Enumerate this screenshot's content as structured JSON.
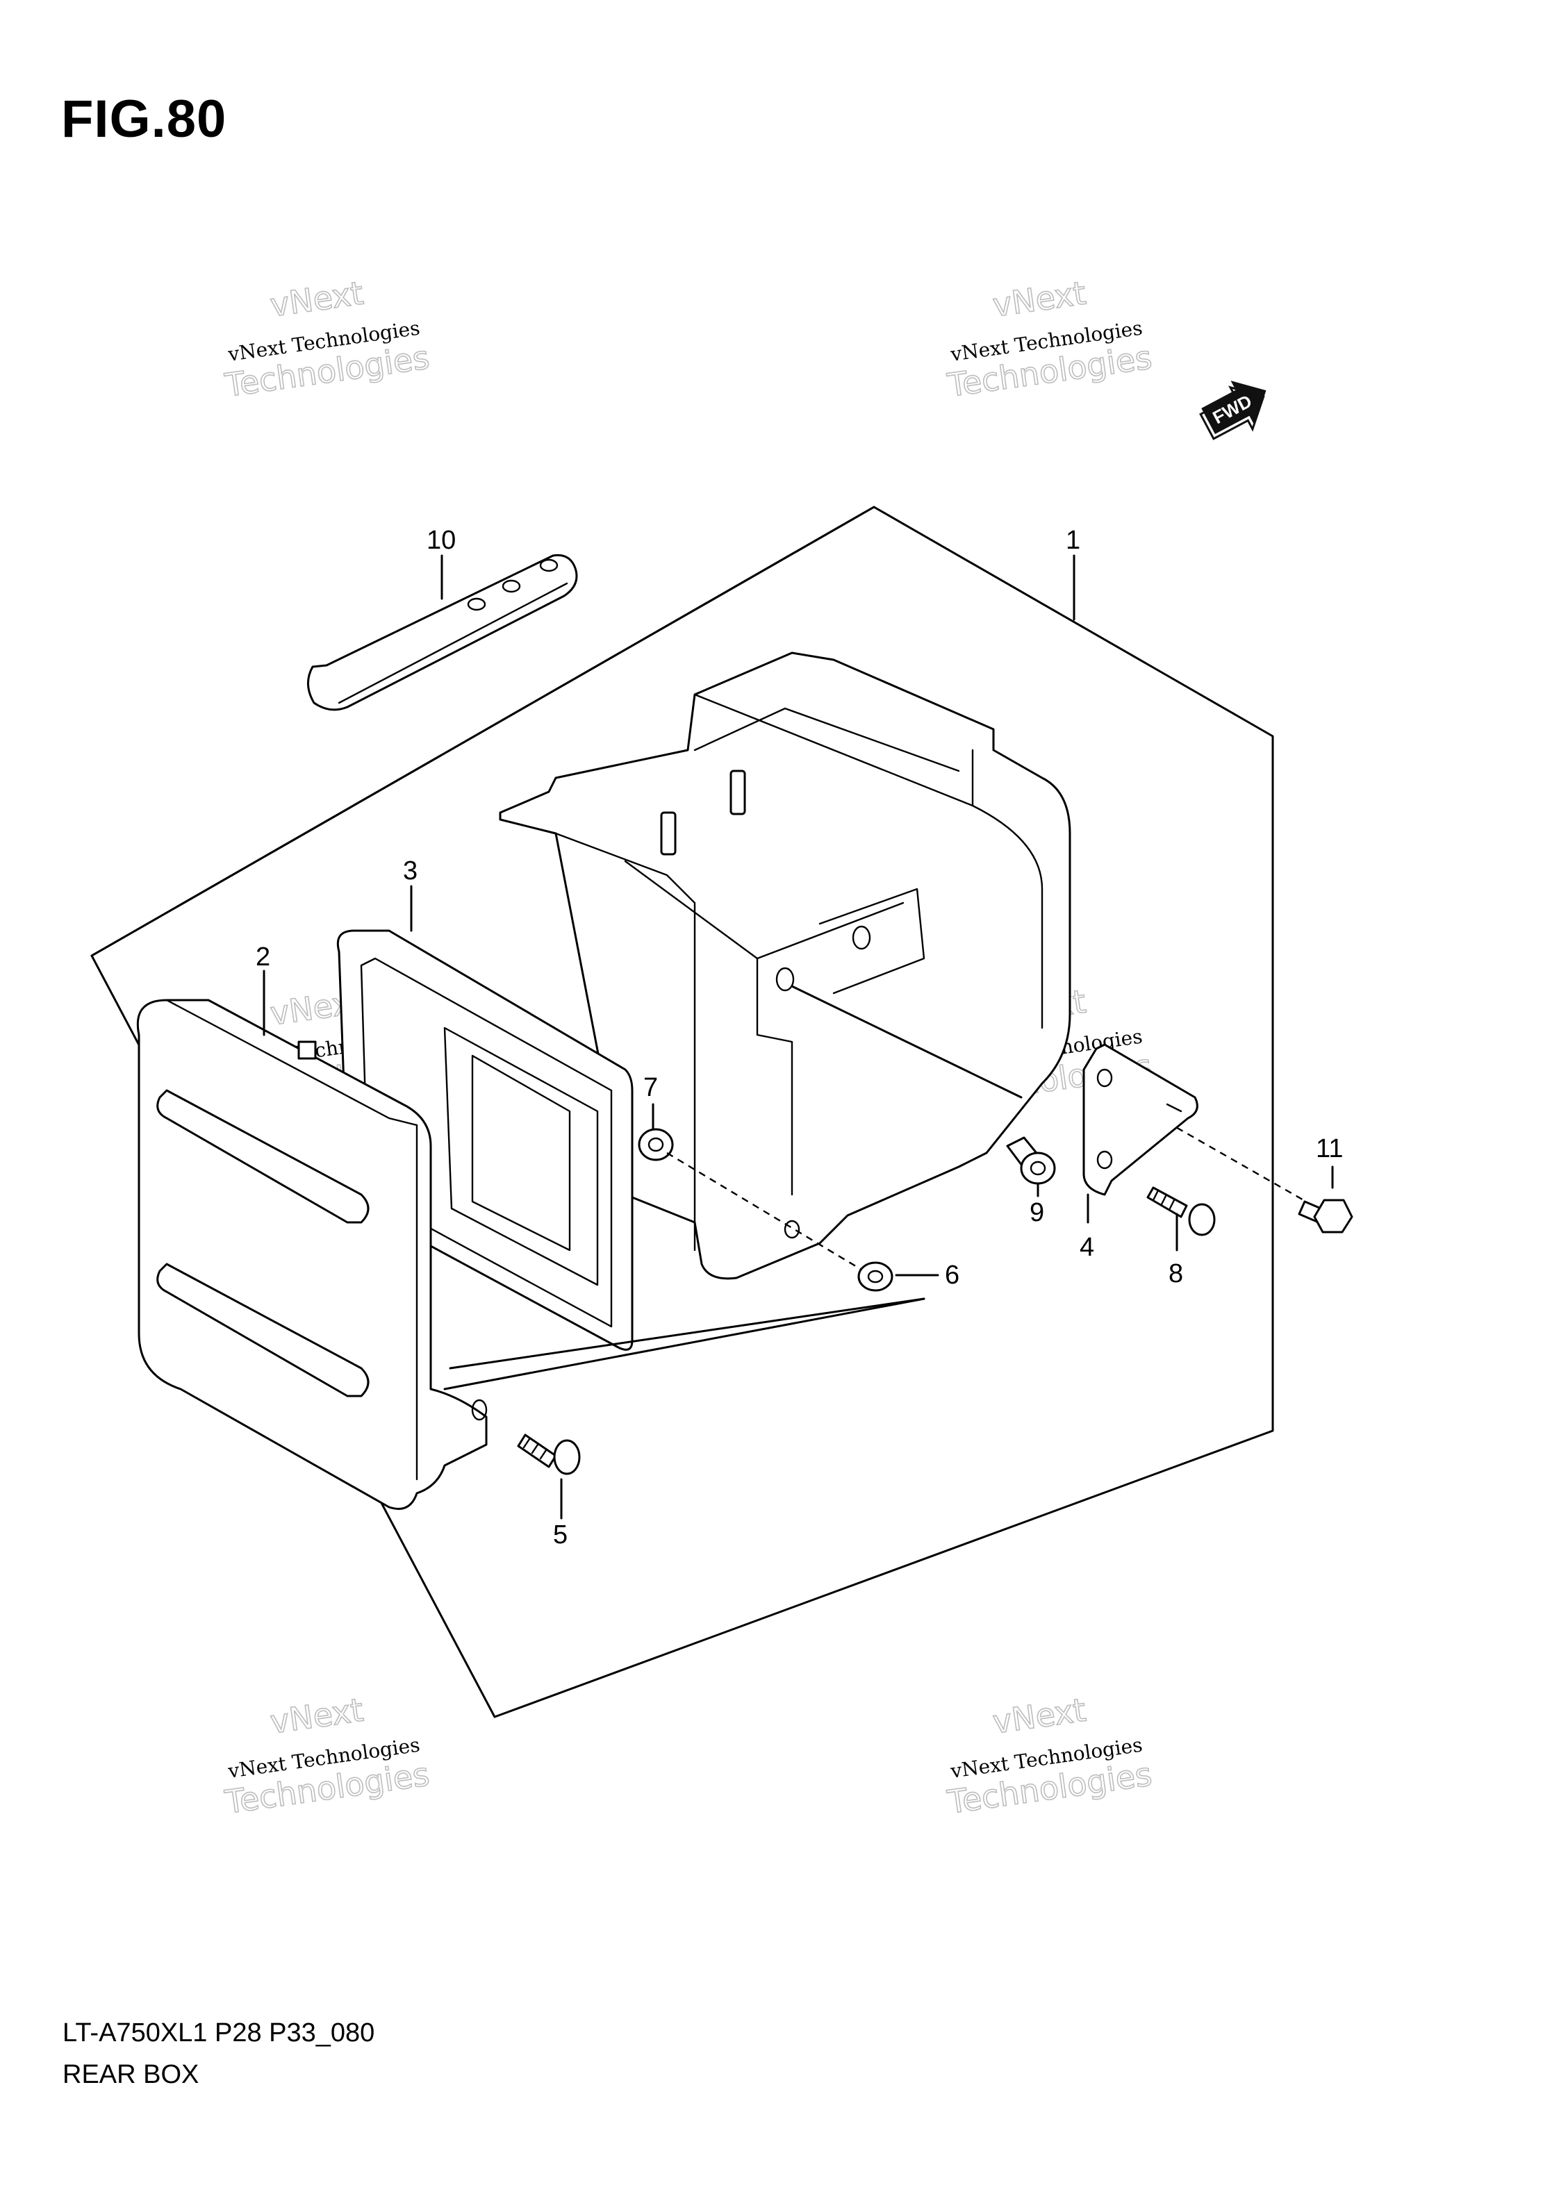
{
  "figure": {
    "title": "FIG.80",
    "code": "LT-A750XL1 P28 P33_080",
    "name": "REAR BOX"
  },
  "direction_badge": {
    "label": "FWD"
  },
  "watermark": {
    "line1": "vNext Technologies",
    "line2": "Technologies",
    "line3": "vNext"
  },
  "callouts": [
    {
      "id": "part-1",
      "label": "1"
    },
    {
      "id": "part-2",
      "label": "2"
    },
    {
      "id": "part-3",
      "label": "3"
    },
    {
      "id": "part-4",
      "label": "4"
    },
    {
      "id": "part-5",
      "label": "5"
    },
    {
      "id": "part-6",
      "label": "6"
    },
    {
      "id": "part-7",
      "label": "7"
    },
    {
      "id": "part-8",
      "label": "8"
    },
    {
      "id": "part-9",
      "label": "9"
    },
    {
      "id": "part-10",
      "label": "10"
    },
    {
      "id": "part-11",
      "label": "11"
    }
  ]
}
